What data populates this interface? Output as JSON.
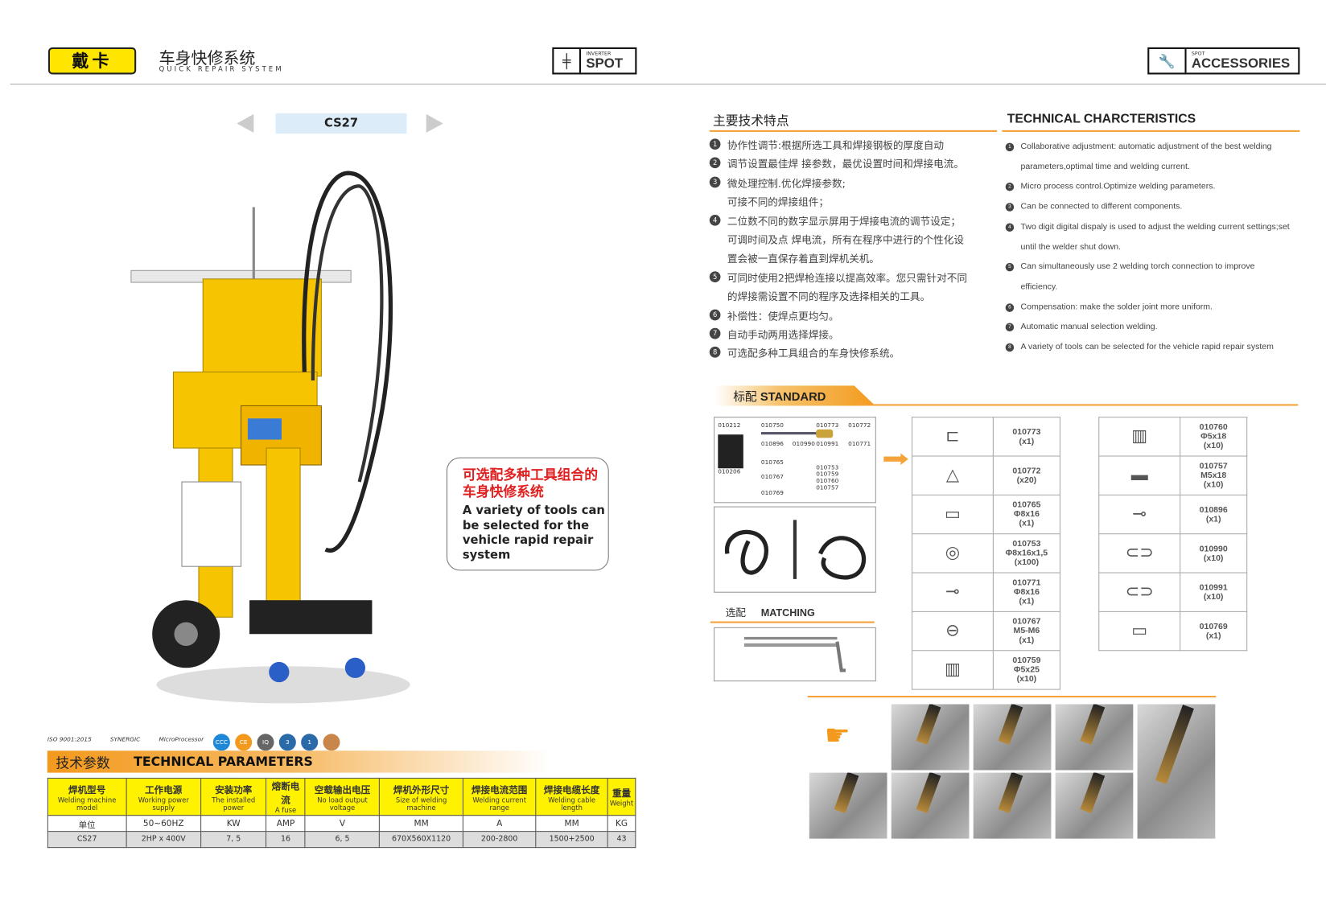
{
  "header": {
    "logo_text": "戴卡",
    "brand_cn": "车身快修系统",
    "brand_en": "QUICK REPAIR SYSTEM",
    "badge_spot_small": "INVERTER",
    "badge_spot": "SPOT",
    "badge_acc_small": "SPOT",
    "badge_acc": "ACCESSORIES"
  },
  "product": {
    "model": "CS27",
    "callout_cn": "可选配多种工具组合的车身快修系统",
    "callout_en": "A variety of tools can be selected for the vehicle rapid repair system"
  },
  "certifications": {
    "iso": "ISO 9001:2015",
    "synergic": "SYNERGIC",
    "micro": "MicroProcessor",
    "icons": [
      {
        "name": "ccc-icon",
        "label": "CCC",
        "color": "#1e88d6"
      },
      {
        "name": "ce-icon",
        "label": "CE",
        "color": "#f39a1e"
      },
      {
        "name": "quality-icon",
        "label": "IQ",
        "color": "#666666"
      },
      {
        "name": "warranty-3-icon",
        "label": "3",
        "color": "#2a6aa8"
      },
      {
        "name": "warranty-1-icon",
        "label": "1",
        "color": "#2a6aa8"
      },
      {
        "name": "service-icon",
        "label": "",
        "color": "#c8864a"
      }
    ]
  },
  "tech_params": {
    "title_cn": "技术参数",
    "title_en": "TECHNICAL PARAMETERS",
    "headers": [
      {
        "cn": "焊机型号",
        "en": "Welding machine model"
      },
      {
        "cn": "工作电源",
        "en": "Working power supply"
      },
      {
        "cn": "安装功率",
        "en": "The installed power"
      },
      {
        "cn": "熔断电流",
        "en": "A fuse"
      },
      {
        "cn": "空载输出电压",
        "en": "No load output voltage"
      },
      {
        "cn": "焊机外形尺寸",
        "en": "Size of welding machine"
      },
      {
        "cn": "焊接电流范围",
        "en": "Welding current range"
      },
      {
        "cn": "焊接电缆长度",
        "en": "Welding cable length"
      },
      {
        "cn": "重量",
        "en": "Weight"
      }
    ],
    "units": [
      "单位",
      "50~60HZ",
      "KW",
      "AMP",
      "V",
      "MM",
      "A",
      "MM",
      "KG"
    ],
    "values": [
      "CS27",
      "2HP x 400V",
      "7, 5",
      "16",
      "6, 5",
      "670X560X1120",
      "200-2800",
      "1500+2500",
      "43"
    ]
  },
  "features": {
    "title_cn": "主要技术特点",
    "title_en": "TECHNICAL CHARCTERISTICS",
    "cn": [
      {
        "n": "1",
        "lines": [
          "协作性调节:根据所选工具和焊接钢板的厚度自动"
        ]
      },
      {
        "n": "2",
        "lines": [
          "调节设置最佳焊 接参数，最优设置时间和焊接电流。"
        ]
      },
      {
        "n": "3",
        "lines": [
          "微处理控制.优化焊接参数;",
          "可接不同的焊接组件；"
        ]
      },
      {
        "n": "4",
        "lines": [
          "二位数不同的数字显示屏用于焊接电流的调节设定；",
          "可调时间及点 焊电流，所有在程序中进行的个性化设",
          "置会被一直保存着直到焊机关机。"
        ]
      },
      {
        "n": "5",
        "lines": [
          "可同时使用2把焊枪连接以提高效率。您只需针对不同",
          "的焊接需设置不同的程序及选择相关的工具。"
        ]
      },
      {
        "n": "6",
        "lines": [
          "补偿性：使焊点更均匀。"
        ]
      },
      {
        "n": "7",
        "lines": [
          "自动手动两用选择焊接。"
        ]
      },
      {
        "n": "8",
        "lines": [
          "可选配多种工具组合的车身快修系统。"
        ]
      }
    ],
    "en": [
      {
        "n": "1",
        "lines": [
          "Collaborative adjustment: automatic adjustment of the best welding",
          "parameters,optimal time and welding current."
        ]
      },
      {
        "n": "2",
        "lines": [
          "Micro process control.Optimize welding parameters."
        ]
      },
      {
        "n": "3",
        "lines": [
          "Can be connected to different components."
        ]
      },
      {
        "n": "4",
        "lines": [
          "Two digit digital dispaly is used to adjust the welding current settings;set",
          "until the welder shut down."
        ]
      },
      {
        "n": "5",
        "lines": [
          "Can simultaneously use 2  welding torch connection to improve",
          "efficiency."
        ]
      },
      {
        "n": "6",
        "lines": [
          "Compensation: make the solder joint more uniform."
        ]
      },
      {
        "n": "7",
        "lines": [
          "Automatic manual selection welding."
        ]
      },
      {
        "n": "8",
        "lines": [
          "A variety of tools can be selected for the vehicle rapid repair system"
        ]
      }
    ]
  },
  "standard": {
    "title_cn": "标配",
    "title_en": "STANDARD",
    "kit_labels": [
      "010212",
      "010750",
      "010773",
      "010772",
      "010896",
      "010990",
      "010991",
      "010771",
      "010765",
      "010206",
      "010767",
      "010753",
      "010759",
      "010760",
      "010757",
      "010769"
    ],
    "matching_cn": "选配",
    "matching_en": "MATCHING",
    "parts_left": [
      {
        "icon": "clamp-icon",
        "lines": [
          "010773",
          "(x1)"
        ]
      },
      {
        "icon": "triangle-washer-icon",
        "lines": [
          "010772",
          "(x20)"
        ]
      },
      {
        "icon": "pin-icon",
        "lines": [
          "010765",
          "Φ8x16",
          "(x1)"
        ]
      },
      {
        "icon": "washer-icon",
        "lines": [
          "010753",
          "Φ8x16x1,5",
          "(x100)"
        ]
      },
      {
        "icon": "hook-icon",
        "lines": [
          "010771",
          "Φ8x16",
          "(x1)"
        ]
      },
      {
        "icon": "link-plate-icon",
        "lines": [
          "010767",
          "M5-M6",
          "(x1)"
        ]
      },
      {
        "icon": "screw-icon",
        "lines": [
          "010759",
          "Φ5x25",
          "(x10)"
        ]
      }
    ],
    "parts_right": [
      {
        "icon": "threaded-stud-icon",
        "lines": [
          "010760",
          "Φ5x18",
          "(x10)"
        ]
      },
      {
        "icon": "stud-icon",
        "lines": [
          "010757",
          "M5x18",
          "(x10)"
        ]
      },
      {
        "icon": "electrode-adapter-icon",
        "lines": [
          "010896",
          "(x1)"
        ]
      },
      {
        "icon": "ring-puller-icon",
        "lines": [
          "010990",
          "(x10)"
        ]
      },
      {
        "icon": "large-ring-puller-icon",
        "lines": [
          "010991",
          "(x10)"
        ]
      },
      {
        "icon": "electrode-tip-icon",
        "lines": [
          "010769",
          "(x1)"
        ]
      }
    ]
  }
}
